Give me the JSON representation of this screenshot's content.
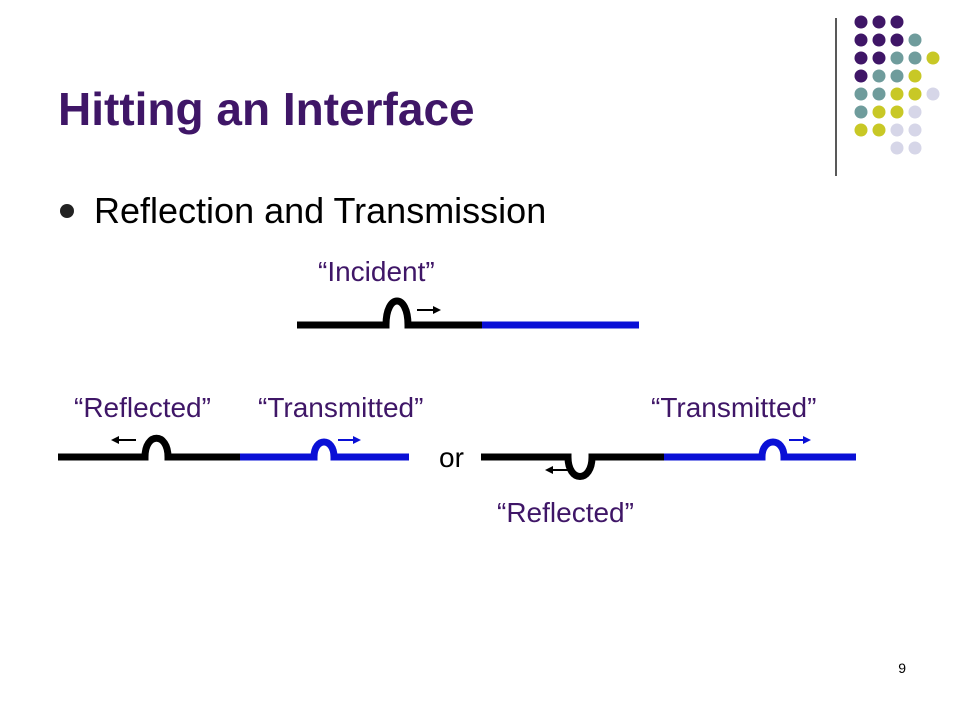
{
  "slide": {
    "title": "Hitting an Interface",
    "bullet": "Reflection and Transmission",
    "page_number": "9"
  },
  "diagram": {
    "labels": {
      "incident": "“Incident”",
      "reflected_left": "“Reflected”",
      "transmitted_left": "“Transmitted”",
      "or": "or",
      "transmitted_right": "“Transmitted”",
      "reflected_right": "“Reflected”"
    },
    "colors": {
      "title": "#3f1667",
      "string_light": "#000000",
      "string_heavy": "#0a10d6",
      "dot_purple": "#3f1667",
      "dot_teal": "#6f9c9c",
      "dot_yellow": "#c8c826",
      "dot_lavender": "#d6d6e8"
    }
  }
}
